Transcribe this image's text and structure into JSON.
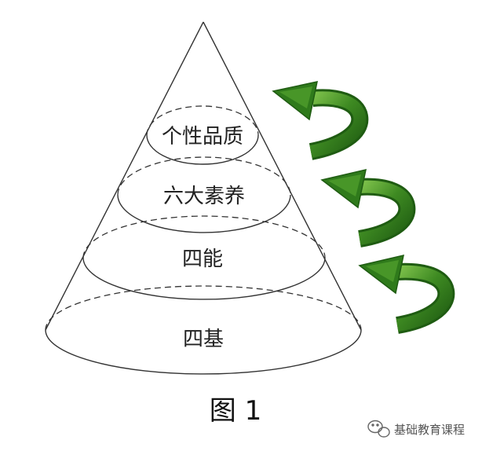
{
  "layers": [
    {
      "label": "个性品质"
    },
    {
      "label": "六大素养"
    },
    {
      "label": "四能"
    },
    {
      "label": "四基"
    }
  ],
  "figure_caption": "图 1",
  "watermark": {
    "text": "基础教育课程",
    "icon": "wechat-icon"
  },
  "colors": {
    "outline": "#333333",
    "arrow_dark": "#1f5c12",
    "arrow_mid": "#3e8a22",
    "arrow_light": "#7cc04a"
  },
  "arrows": {
    "count": 3,
    "icon": "curved-arrow-icon"
  }
}
